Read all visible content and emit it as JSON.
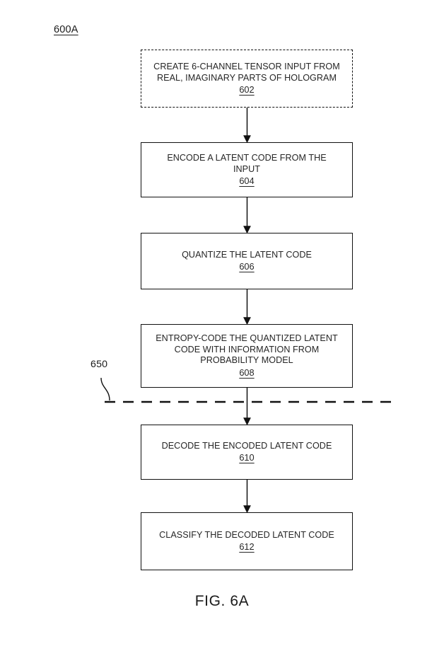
{
  "figure": {
    "reference_numeral": "600A",
    "caption": "FIG. 6A"
  },
  "boxes": [
    {
      "id": "602",
      "style": "dashed",
      "text": "CREATE 6-CHANNEL TENSOR INPUT FROM\nREAL, IMAGINARY PARTS OF HOLOGRAM",
      "number": "602"
    },
    {
      "id": "604",
      "style": "solid",
      "text": "ENCODE A LATENT CODE FROM THE\nINPUT",
      "number": "604"
    },
    {
      "id": "606",
      "style": "solid",
      "text": "QUANTIZE THE LATENT CODE",
      "number": "606"
    },
    {
      "id": "608",
      "style": "solid",
      "text": "ENTROPY-CODE THE QUANTIZED LATENT\nCODE WITH INFORMATION FROM\nPROBABILITY MODEL",
      "number": "608"
    },
    {
      "id": "610",
      "style": "solid",
      "text": "DECODE THE ENCODED LATENT CODE",
      "number": "610"
    },
    {
      "id": "612",
      "style": "solid",
      "text": "CLASSIFY THE DECODED LATENT CODE",
      "number": "612"
    }
  ],
  "callout": {
    "label": "650"
  },
  "colors": {
    "stroke": "#111111",
    "text": "#262626",
    "background": "#ffffff"
  }
}
